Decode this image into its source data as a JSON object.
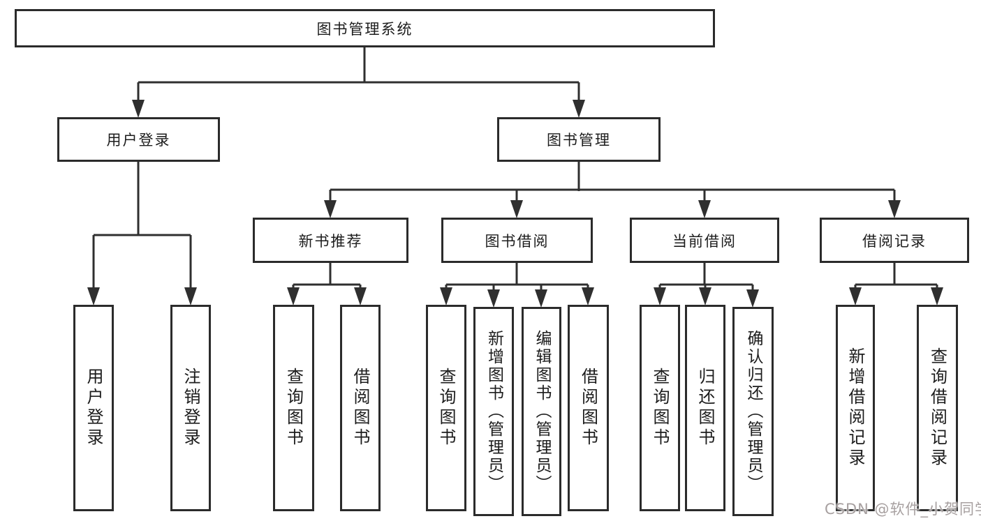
{
  "diagram": {
    "root": {
      "label": "图书管理系统"
    },
    "level2": {
      "user_login": {
        "label": "用户登录"
      },
      "book_mgmt": {
        "label": "图书管理"
      }
    },
    "level3": {
      "new_book_rec": {
        "label": "新书推荐"
      },
      "book_borrow": {
        "label": "图书借阅"
      },
      "current_borrow": {
        "label": "当前借阅"
      },
      "borrow_record": {
        "label": "借阅记录"
      }
    },
    "leaves": {
      "user_login": {
        "label": "用户登录"
      },
      "logout": {
        "label": "注销登录"
      },
      "rec_search_book": {
        "label": "查询图书"
      },
      "rec_borrow_book": {
        "label": "借阅图书"
      },
      "bb_search_book": {
        "label": "查询图书"
      },
      "bb_add_book": {
        "label": "新增图书（管理员）"
      },
      "bb_edit_book": {
        "label": "编辑图书（管理员）"
      },
      "bb_borrow_book": {
        "label": "借阅图书"
      },
      "cb_search_book": {
        "label": "查询图书"
      },
      "cb_return_book": {
        "label": "归还图书"
      },
      "cb_confirm_return": {
        "label": "确认归还（管理员）"
      },
      "br_add_record": {
        "label": "新增借阅记录"
      },
      "br_search_record": {
        "label": "查询借阅记录"
      }
    },
    "watermark": "CSDN @软件_小贺同学",
    "colors": {
      "line": "#2f2f2f",
      "box_border": "#2b2b2b",
      "text": "#1c1c1c",
      "watermark": "#a7a0a0",
      "background": "#ffffff"
    }
  }
}
